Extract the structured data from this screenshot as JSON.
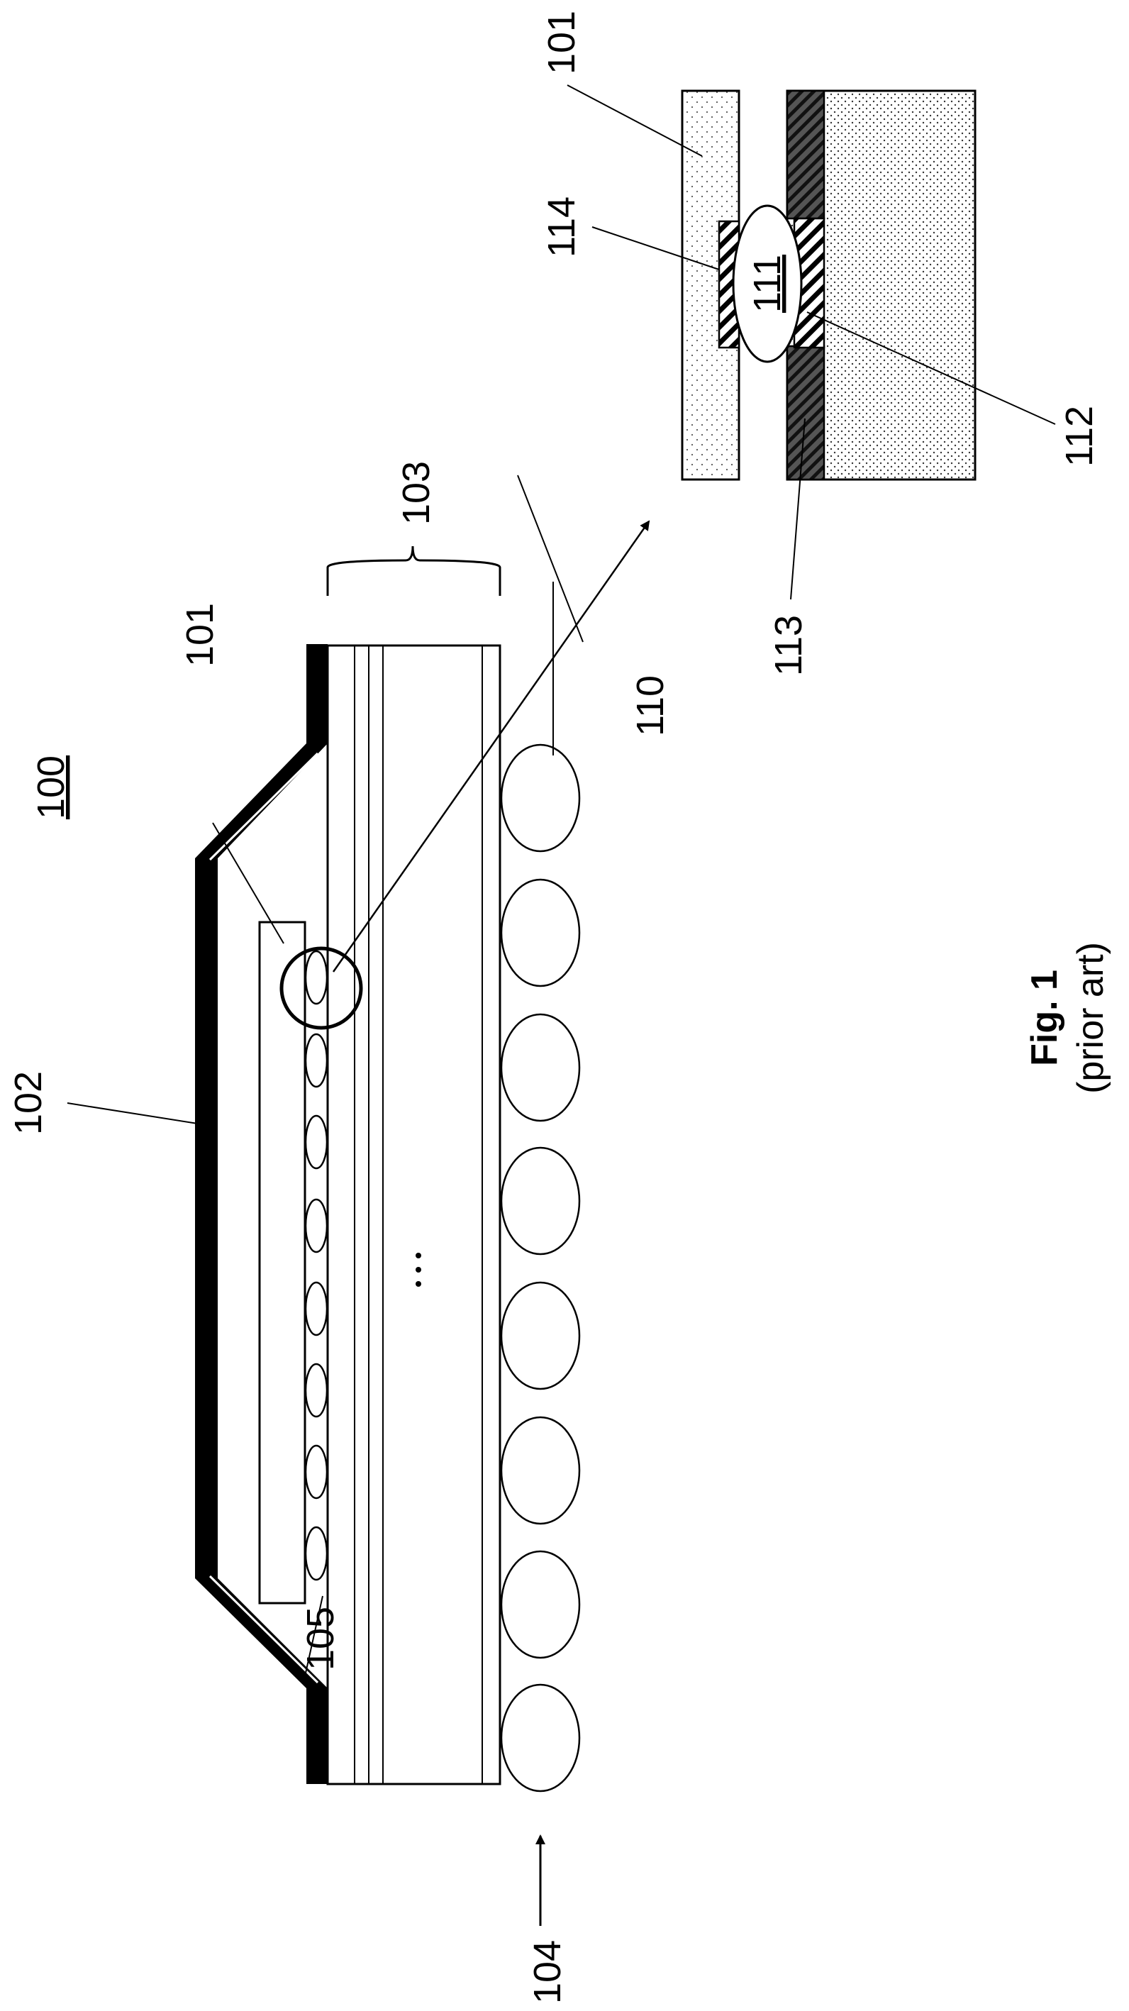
{
  "labels": {
    "assembly": "100",
    "die": "101",
    "lid": "102",
    "substrate": "103",
    "solder_balls": "104",
    "bumps": "105",
    "detail_arrow": "110",
    "detail_die": "101",
    "bump": "111",
    "pad": "112",
    "layer": "113",
    "die_pad": "114",
    "ellipsis": "⋮"
  },
  "caption": {
    "title": "Fig. 1",
    "subtitle": "(prior art)"
  },
  "colors": {
    "ink": "#000000",
    "paper": "#ffffff",
    "stipple": "#444444",
    "stipple_dense": "#333333"
  }
}
